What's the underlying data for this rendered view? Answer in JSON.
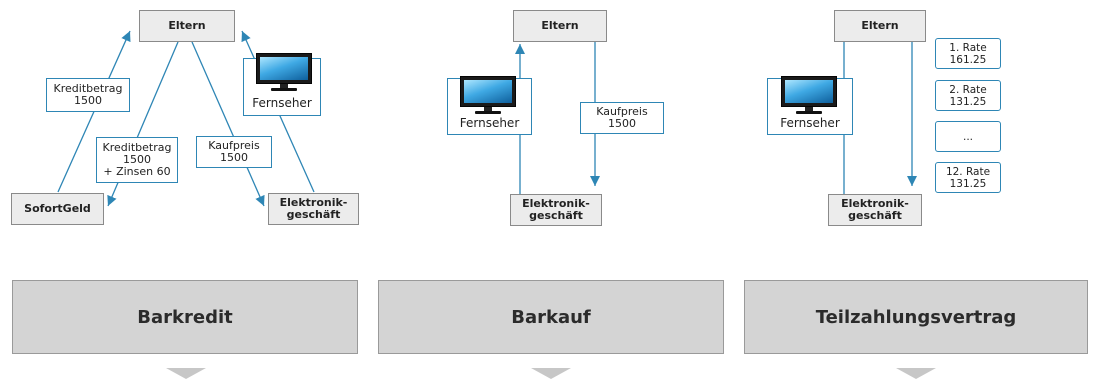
{
  "colors": {
    "arrow": "#2e86b5",
    "node_fill": "#ececec",
    "panel_fill": "#d4d4d4",
    "chevron": "#c7c7c7"
  },
  "icons": {
    "tv": "television-icon"
  },
  "barkredit": {
    "eltern": "Eltern",
    "sofortgeld": "SofortGeld",
    "elektronik_1": "Elektronik-",
    "elektronik_2": "geschäft",
    "kreditbetrag_label": "Kreditbetrag",
    "kreditbetrag_value": "1500",
    "kredit_zinsen_label": "Kreditbetrag",
    "kredit_zinsen_value": "1500",
    "kredit_zinsen_extra": "+ Zinsen 60",
    "kaufpreis_label": "Kaufpreis",
    "kaufpreis_value": "1500",
    "fernseher": "Fernseher"
  },
  "barkauf": {
    "eltern": "Eltern",
    "fernseher": "Fernseher",
    "kaufpreis_label": "Kaufpreis",
    "kaufpreis_value": "1500",
    "elektronik_1": "Elektronik-",
    "elektronik_2": "geschäft"
  },
  "teilzahlung": {
    "eltern": "Eltern",
    "fernseher": "Fernseher",
    "elektronik_1": "Elektronik-",
    "elektronik_2": "geschäft",
    "rates": [
      {
        "label": "1. Rate",
        "value": "161.25"
      },
      {
        "label": "2. Rate",
        "value": "131.25"
      },
      {
        "label": "...",
        "value": ""
      },
      {
        "label": "12. Rate",
        "value": "131.25"
      }
    ]
  },
  "panels": [
    "Barkredit",
    "Barkauf",
    "Teilzahlungsvertrag"
  ]
}
